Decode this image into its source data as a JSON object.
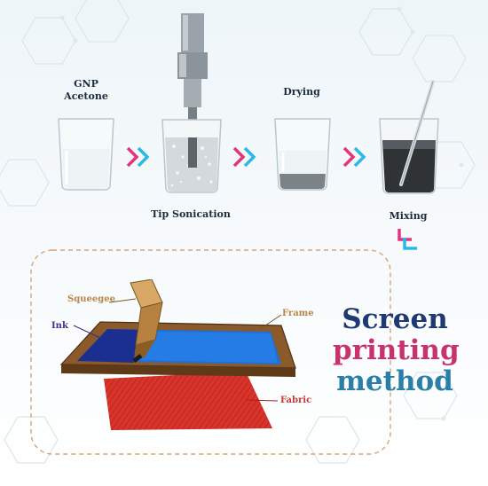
{
  "process": {
    "step1": "GNP\nAcetone",
    "step2": "Tip Sonication",
    "step3": "Drying",
    "step4": "Mixing"
  },
  "screen_printing": {
    "squeegee": "Squeegee",
    "ink": "Ink",
    "frame": "Frame",
    "fabric": "Fabric"
  },
  "title": {
    "line1": "Screen",
    "line2": "printing",
    "line3": "method"
  },
  "colors": {
    "chevron_pink": "#e2357e",
    "chevron_blue": "#2bb7e8",
    "title_navy": "#1f3a72",
    "title_pink": "#c8336f",
    "title_teal": "#2a7fa6",
    "label_squeegee": "#b8854a",
    "label_ink": "#4a2a8a",
    "label_frame": "#b8854a",
    "label_fabric": "#c23a3a"
  }
}
